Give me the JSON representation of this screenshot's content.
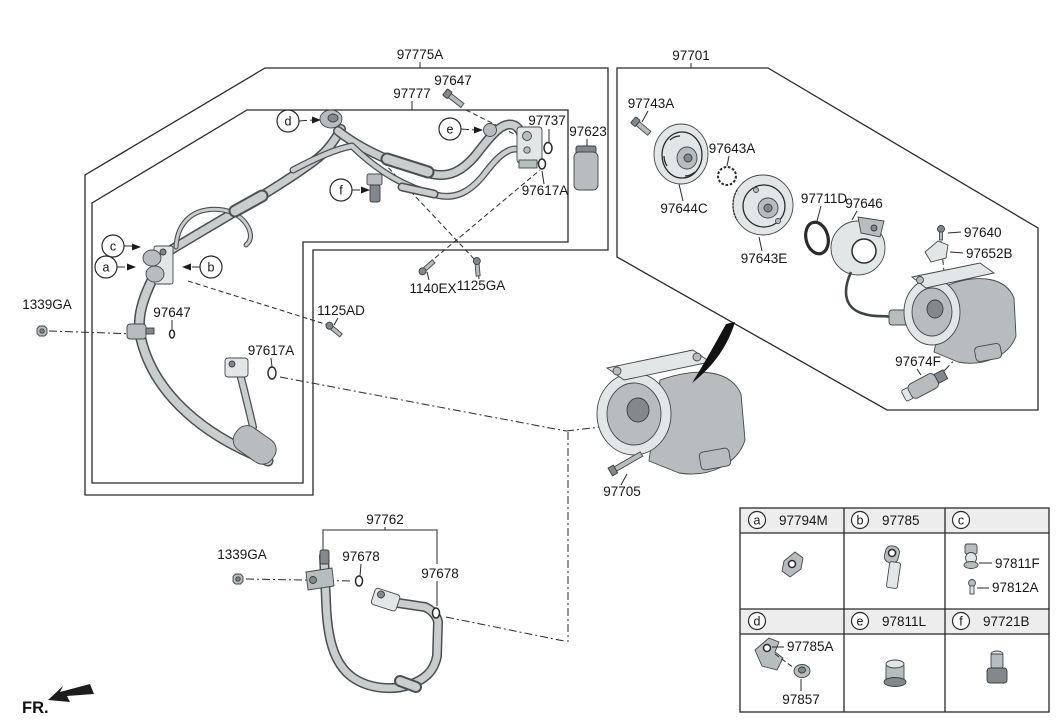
{
  "diagram_title_parts": {
    "hose_assembly_box": "97775A",
    "tube_assembly_box": "97777",
    "compressor_box": "97701"
  },
  "labels": {
    "assy_97775A": "97775A",
    "tube_97777": "97777",
    "bolt_97647_top": "97647",
    "clamp_97737": "97737",
    "muffler_97623": "97623",
    "oring_97617A_top": "97617A",
    "nut_1339GA_top": "1339GA",
    "bolt_97647_low": "97647",
    "oring_97617A_low": "97617A",
    "bolt_1125AD": "1125AD",
    "bolt_1140EX": "1140EX",
    "bolt_1125GA": "1125GA",
    "comp_97701": "97701",
    "bolt_97743A": "97743A",
    "disc_97644C": "97644C",
    "ring_97643A": "97643A",
    "pulley_97643E": "97643E",
    "oring_97711D": "97711D",
    "coil_97646": "97646",
    "screw_97640": "97640",
    "bracket_97652B": "97652B",
    "valve_97674F": "97674F",
    "bolt_97705": "97705",
    "hose_97762": "97762",
    "nut_1339GA_bot": "1339GA",
    "oring_97678_a": "97678",
    "oring_97678_b": "97678"
  },
  "markers": {
    "a": "a",
    "b": "b",
    "c": "c",
    "d": "d",
    "e": "e",
    "f": "f"
  },
  "table": {
    "cells": [
      {
        "letter": "a",
        "part": "97794M"
      },
      {
        "letter": "b",
        "part": "97785"
      },
      {
        "letter": "c",
        "part": ""
      },
      {
        "letter": "d",
        "part": ""
      },
      {
        "letter": "e",
        "part": "97811L"
      },
      {
        "letter": "f",
        "part": "97721B"
      }
    ],
    "cell_c_items": {
      "item1": "97811F",
      "item2": "97812A"
    },
    "cell_d_items": {
      "item1": "97785A",
      "item2": "97857"
    }
  },
  "footer": {
    "front_marker": "FR."
  },
  "colors": {
    "line": "#2a2a2a",
    "part_light": "#e3e6e7",
    "part_mid": "#b7bcbf",
    "part_dark": "#82888c",
    "background": "#ffffff"
  }
}
